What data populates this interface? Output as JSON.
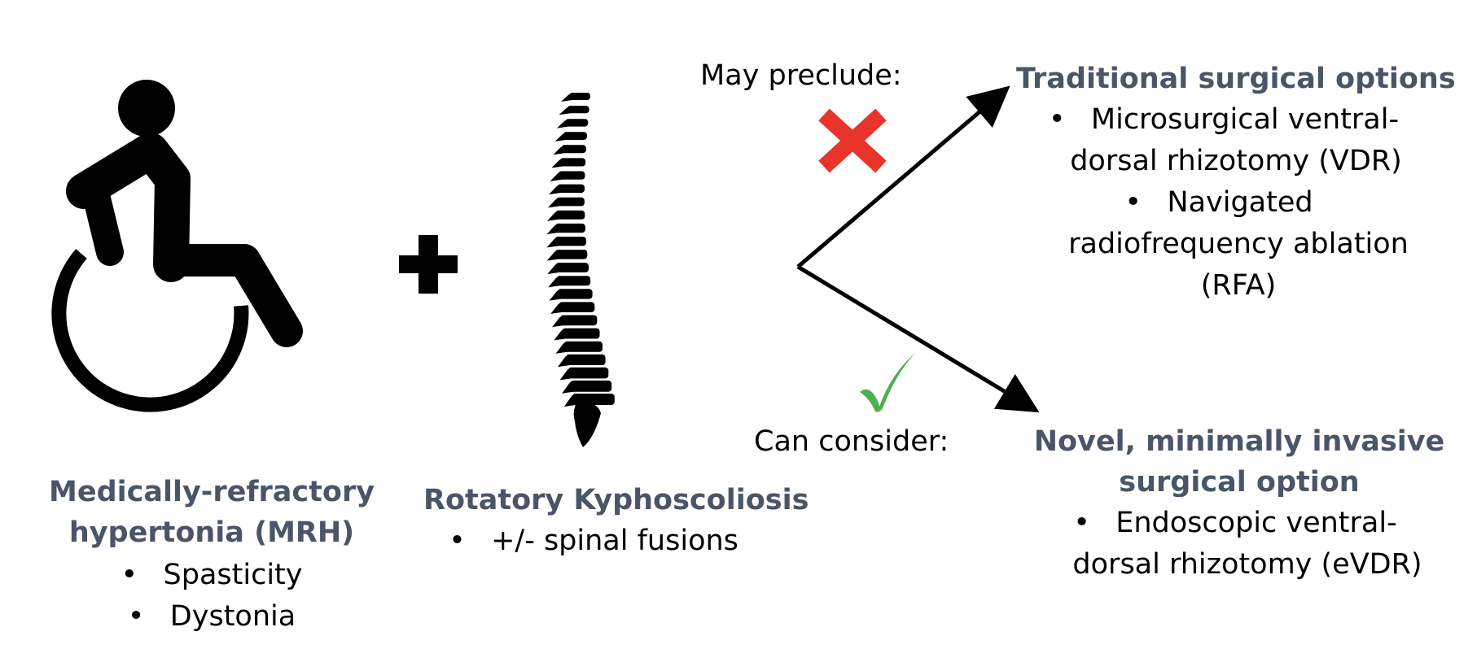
{
  "left": {
    "title_line1": "Medically-refractory",
    "title_line2": "hypertonia (MRH)",
    "bullets": [
      "Spasticity",
      "Dystonia"
    ]
  },
  "middle": {
    "title": "Rotatory Kyphoscoliosis",
    "bullets": [
      "+/- spinal fusions"
    ]
  },
  "top_branch": {
    "label": "May preclude:",
    "heading": "Traditional surgical options",
    "item1_line1": "Microsurgical ventral-",
    "item1_line2": "dorsal rhizotomy (VDR)",
    "item2_line1": "Navigated",
    "item2_line2": "radiofrequency ablation",
    "item2_line3": "(RFA)"
  },
  "bottom_branch": {
    "label": "Can consider:",
    "heading_line1": "Novel, minimally invasive",
    "heading_line2": "surgical option",
    "item1_line1": "Endoscopic ventral-",
    "item1_line2": "dorsal rhizotomy (eVDR)"
  },
  "symbols": {
    "bullet": "•",
    "plus_icon": "plus",
    "wheelchair_icon": "wheelchair",
    "spine_icon": "spine",
    "cross_icon": "x-mark",
    "check_icon": "checkmark"
  },
  "colors": {
    "heading": "#4a5568",
    "cross": "#e8342a",
    "check": "#4caf50",
    "icon": "#000000"
  }
}
